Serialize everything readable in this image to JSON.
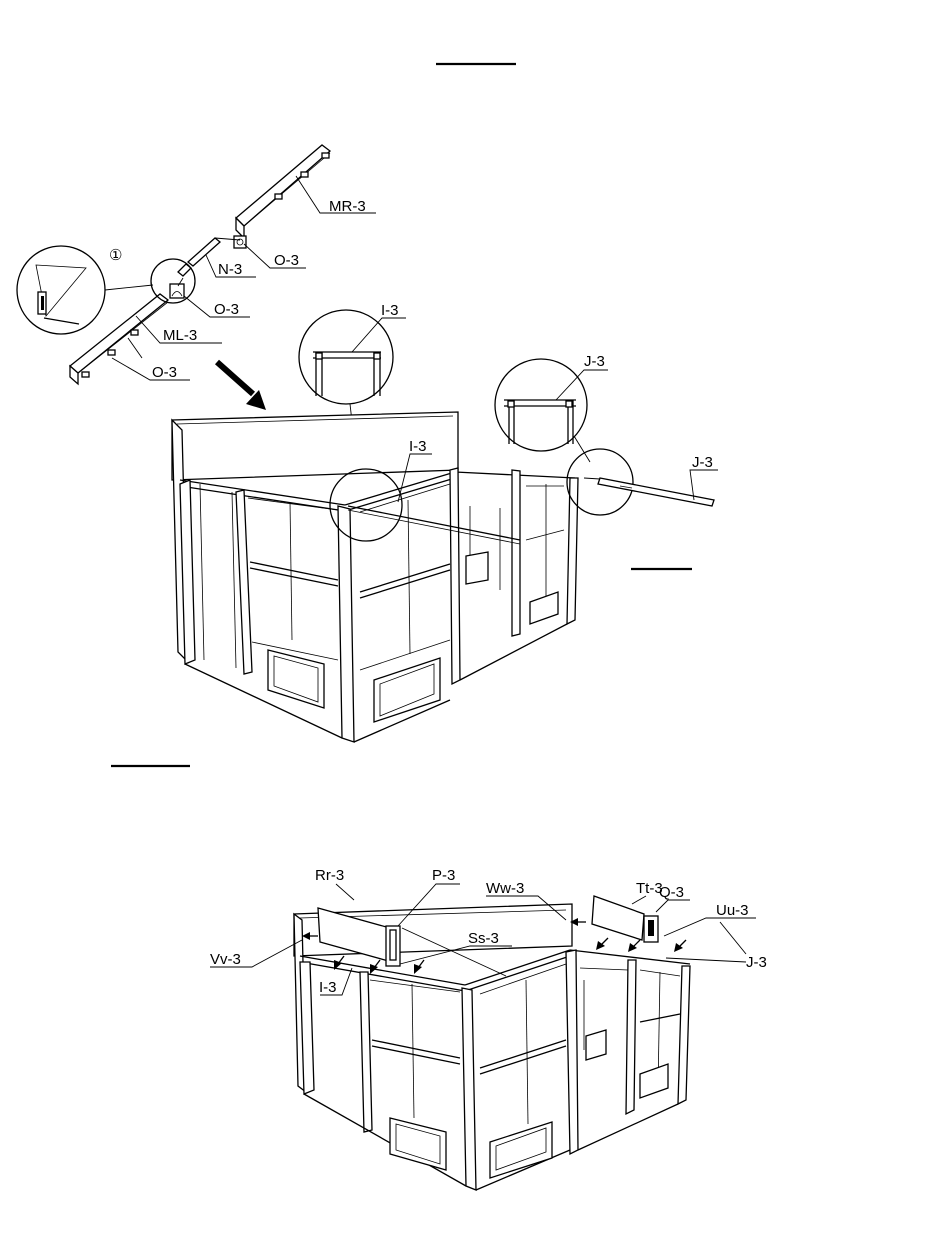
{
  "step_top": {
    "labels": {
      "mr3": "MR-3",
      "o3_a": "O-3",
      "n3": "N-3",
      "o3_b": "O-3",
      "ml3": "ML-3",
      "o3_c": "O-3",
      "detail_marker": "①",
      "i3_detail": "I-3",
      "i3": "I-3",
      "j3_detail": "J-3",
      "j3": "J-3"
    }
  },
  "step_bottom": {
    "labels": {
      "rr3": "Rr-3",
      "p3": "P-3",
      "ww3": "Ww-3",
      "tt3": "Tt-3",
      "q3": "Q-3",
      "uu3": "Uu-3",
      "ss3": "Ss-3",
      "vv3": "Vv-3",
      "i3": "I-3",
      "j3": "J-3"
    }
  }
}
